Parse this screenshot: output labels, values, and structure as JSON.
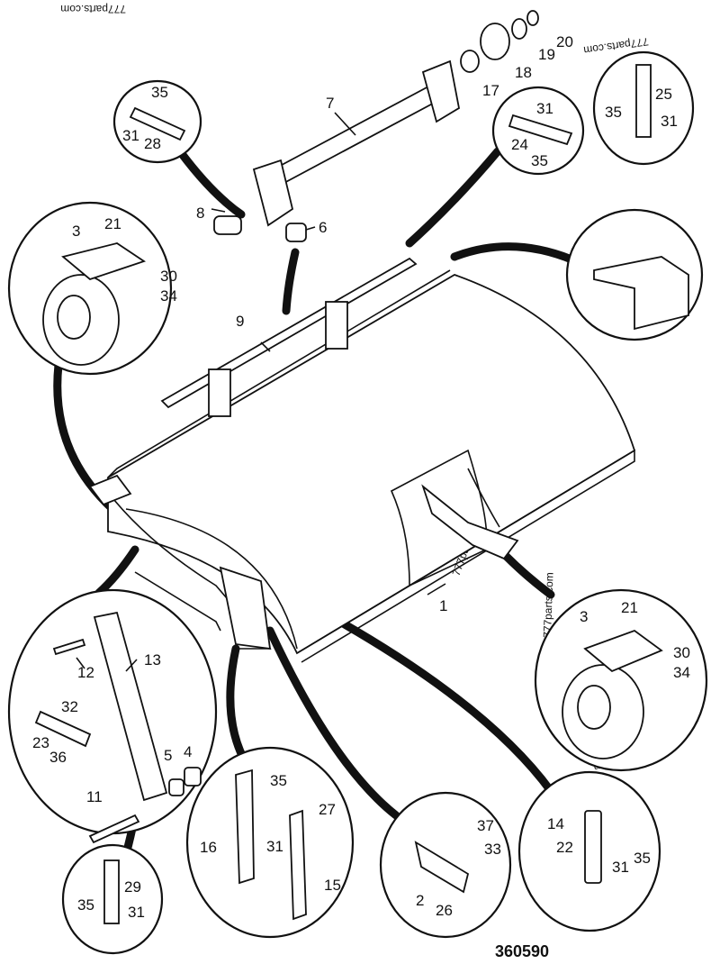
{
  "drawing_number": "360590",
  "watermark": "777parts.com",
  "labels": {
    "l1": "1",
    "l2": "2",
    "l3a": "3",
    "l3b": "3",
    "l4": "4",
    "l5": "5",
    "l6": "6",
    "l7": "7",
    "l8": "8",
    "l9": "9",
    "l11": "11",
    "l12": "12",
    "l13": "13",
    "l14": "14",
    "l15": "15",
    "l16": "16",
    "l17": "17",
    "l18": "18",
    "l19": "19",
    "l20": "20",
    "l21a": "21",
    "l21b": "21",
    "l22": "22",
    "l23": "23",
    "l24": "24",
    "l25": "25",
    "l26": "26",
    "l27": "27",
    "l28": "28",
    "l29": "29",
    "l30a": "30",
    "l30b": "30",
    "l31a": "31",
    "l31b": "31",
    "l31c": "31",
    "l31d": "31",
    "l31e": "31",
    "l31f": "31",
    "l32": "32",
    "l33": "33",
    "l34a": "34",
    "l34b": "34",
    "l35a": "35",
    "l35b": "35",
    "l35c": "35",
    "l35d": "35",
    "l35e": "35",
    "l35f": "35",
    "l36": "36",
    "l37": "37"
  }
}
